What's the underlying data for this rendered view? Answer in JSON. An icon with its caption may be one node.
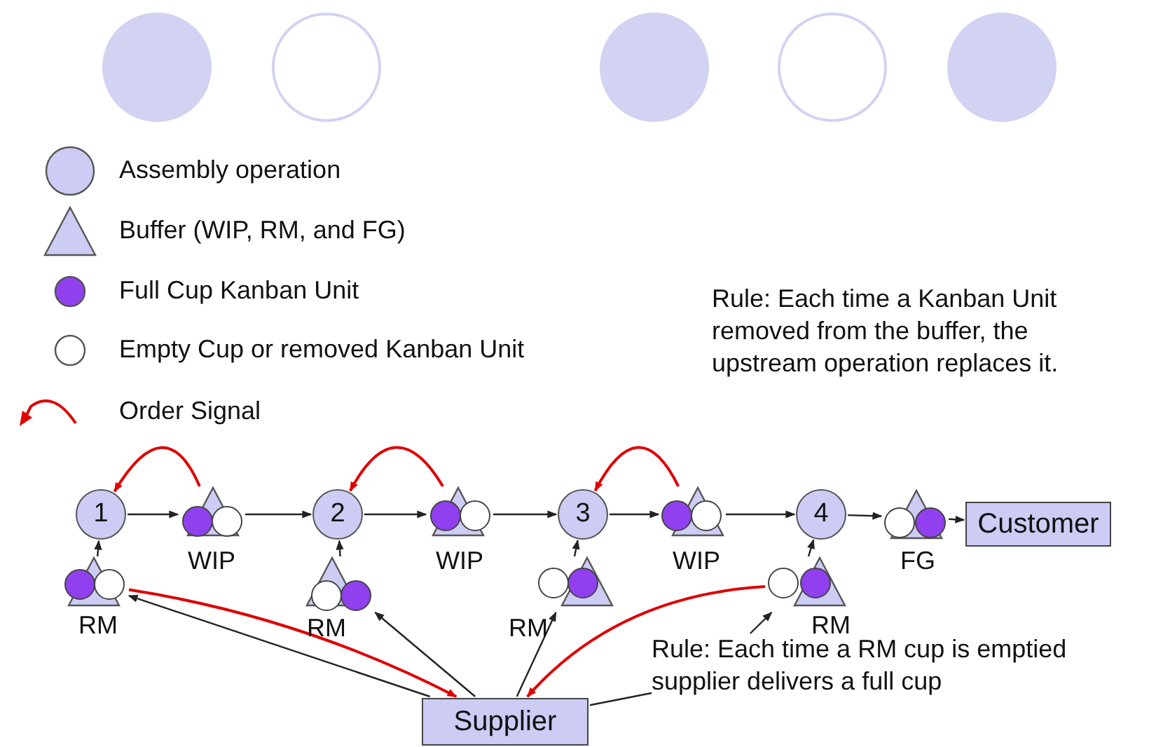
{
  "diagram": {
    "nodes": [
      {
        "text": [
          "1"
        ]
      },
      {
        "text": [],
        "shape": "triangle",
        "beside": [
          "WIP"
        ]
      },
      {
        "text": [
          "2"
        ]
      },
      {
        "text": [],
        "shape": "triangle",
        "beside": [
          "WIP"
        ]
      },
      {
        "text": [
          "3"
        ]
      },
      {
        "text": [],
        "shape": "triangle",
        "beside": [
          "WIP"
        ]
      },
      {
        "text": [
          "4"
        ]
      },
      {
        "text": [],
        "shape": "triangle",
        "beside": [
          "FG"
        ]
      },
      {
        "text": [
          "Customer"
        ]
      },
      {
        "text": [],
        "shape": "triangle",
        "beside": [
          "RM"
        ]
      },
      {
        "text": [],
        "shape": "triangle",
        "beside": [
          "RM"
        ]
      },
      {
        "text": [],
        "shape": "triangle",
        "beside": [
          "RM"
        ]
      },
      {
        "text": [],
        "shape": "triangle",
        "beside": [
          "RM"
        ]
      },
      {
        "text": [
          "Supplier"
        ]
      },
      {
        "text": [
          "Rule: Each time a RM cup is emptied supplier delivers a full cup"
        ]
      }
    ],
    "edges": [
      {
        "from": 0,
        "to": 1,
        "arrow": "to"
      },
      {
        "from": 1,
        "to": 2,
        "arrow": "to"
      },
      {
        "from": 2,
        "to": 3,
        "arrow": "to"
      },
      {
        "from": 3,
        "to": 4,
        "arrow": "to"
      },
      {
        "from": 4,
        "to": 5,
        "arrow": "to"
      },
      {
        "from": 5,
        "to": 6,
        "arrow": "to"
      },
      {
        "from": 6,
        "to": 7,
        "arrow": "to"
      },
      {
        "from": 7,
        "to": 8,
        "arrow": "to"
      },
      {
        "from": 9,
        "to": 0,
        "arrow": "to"
      },
      {
        "from": 10,
        "to": 2,
        "arrow": "to"
      },
      {
        "from": 11,
        "to": 4,
        "arrow": "to"
      },
      {
        "from": 12,
        "to": 6,
        "arrow": "to"
      },
      {
        "from": 13,
        "to": 9,
        "arrow": "to"
      },
      {
        "from": 13,
        "to": 10,
        "arrow": "to"
      },
      {
        "from": 13,
        "to": 11,
        "arrow": "to"
      },
      {
        "from": 1,
        "to": 0,
        "arrow": "to",
        "color": "#dd0000"
      },
      {
        "from": 3,
        "to": 2,
        "arrow": "to",
        "color": "#dd0000"
      },
      {
        "from": 5,
        "to": 4,
        "arrow": "to",
        "color": "#dd0000"
      },
      {
        "from": 9,
        "to": 13,
        "arrow": "to",
        "color": "#dd0000"
      },
      {
        "from": 12,
        "to": 13,
        "arrow": "to",
        "color": "#dd0000"
      },
      {
        "from": 14,
        "to": 12,
        "arrow": "to"
      },
      {
        "from": 14,
        "to": 13,
        "arrow": "none"
      }
    ],
    "labels": [
      "Rule: Each time a Kanban Unit removed from the buffer, the upstream operation replaces it."
    ],
    "legend": [
      {
        "text": "Assembly operation",
        "color": "#ccccf5"
      },
      {
        "text": "Buffer (WIP, RM, and FG)"
      },
      {
        "text": "Full Cup Kanban Unit",
        "color": "#9040ee"
      },
      {
        "text": "Empty Cup or removed Kanban Unit",
        "color": "#ffffff"
      },
      {
        "text": "Order Signal"
      }
    ]
  }
}
